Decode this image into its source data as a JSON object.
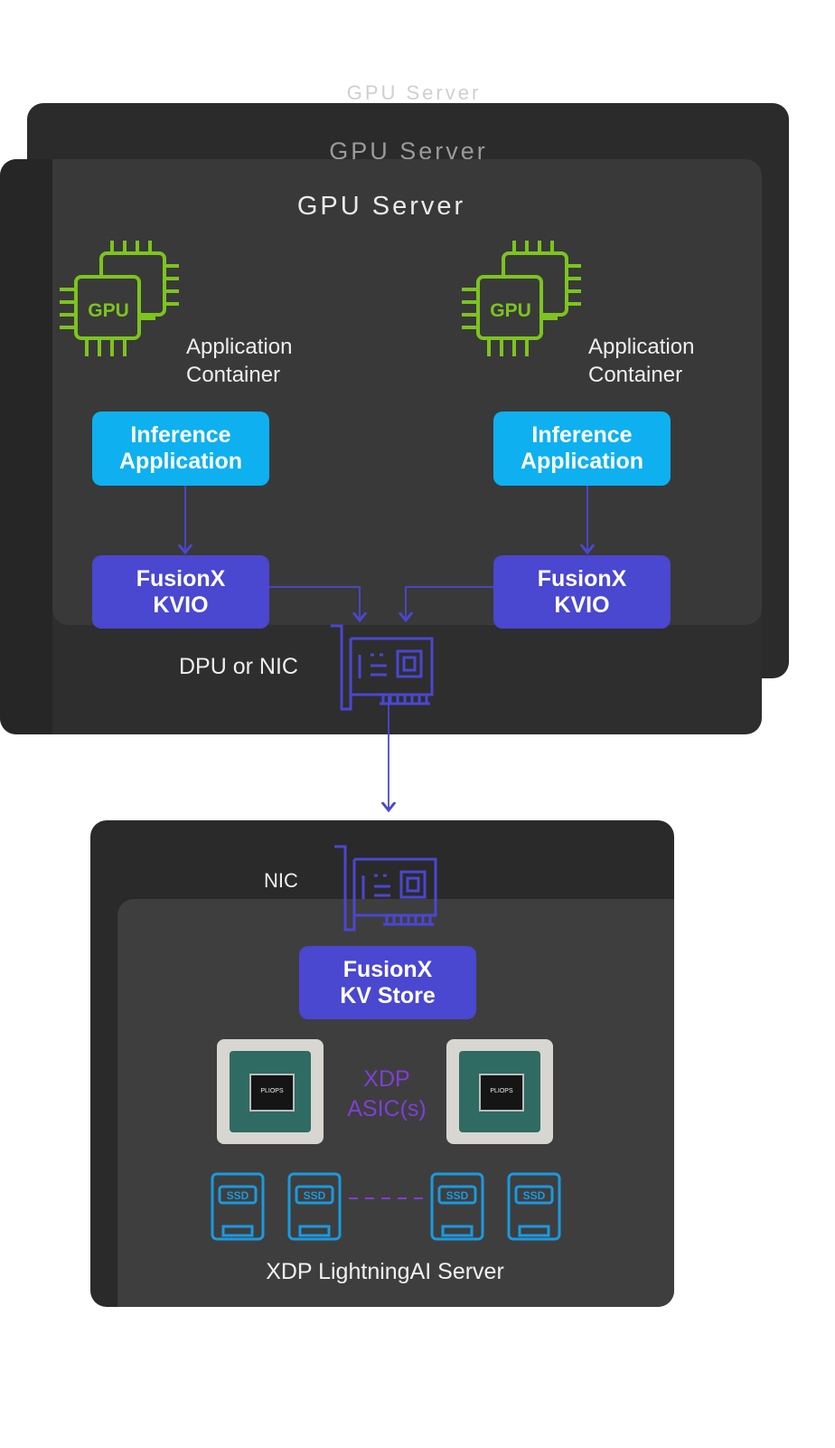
{
  "servers": {
    "ghost_title": "GPU Server",
    "back_title": "GPU Server",
    "front_title": "GPU Server"
  },
  "left": {
    "gpu_label": "GPU",
    "container_line1": "Application",
    "container_line2": "Container",
    "inference_line1": "Inference",
    "inference_line2": "Application",
    "kvio_line1": "FusionX",
    "kvio_line2": "KVIO"
  },
  "right": {
    "gpu_label": "GPU",
    "container_line1": "Application",
    "container_line2": "Container",
    "inference_line1": "Inference",
    "inference_line2": "Application",
    "kvio_line1": "FusionX",
    "kvio_line2": "KVIO"
  },
  "dpu_label": "DPU or NIC",
  "lower": {
    "nic_label": "NIC",
    "kvstore_line1": "FusionX",
    "kvstore_line2": "KV Store",
    "asic_line1": "XDP",
    "asic_line2": "ASIC(s)",
    "chip_brand": "PLIOPS",
    "ssd_label": "SSD",
    "server_title": "XDP LightningAI Server"
  },
  "colors": {
    "gpu_green": "#7cc41f",
    "cyan": "#0eb0f0",
    "indigo": "#4a47d0",
    "purple": "#7f3fd6",
    "ssd_blue": "#1a9ae0"
  },
  "icons": [
    "gpu-chip-icon",
    "network-card-icon",
    "asic-chip-icon",
    "ssd-icon"
  ]
}
